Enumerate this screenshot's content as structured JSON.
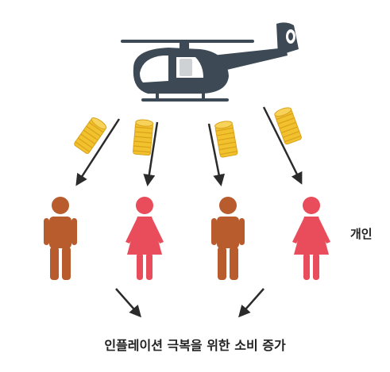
{
  "labels": {
    "recipients": "개인",
    "caption": "인플레이션 극복을 위한 소비 증가"
  },
  "colors": {
    "helicopter": "#3d4a55",
    "coin": "#f2c12e",
    "coin_edge": "#d9a21b",
    "person_male": "#b85c2e",
    "person_female": "#e94c5a",
    "arrow": "#2b2b2b"
  },
  "figures": {
    "icons": [
      "helicopter-icon",
      "coin-stack-icon",
      "person-male-icon",
      "person-female-icon"
    ],
    "people": [
      "male",
      "female",
      "male",
      "female"
    ]
  }
}
